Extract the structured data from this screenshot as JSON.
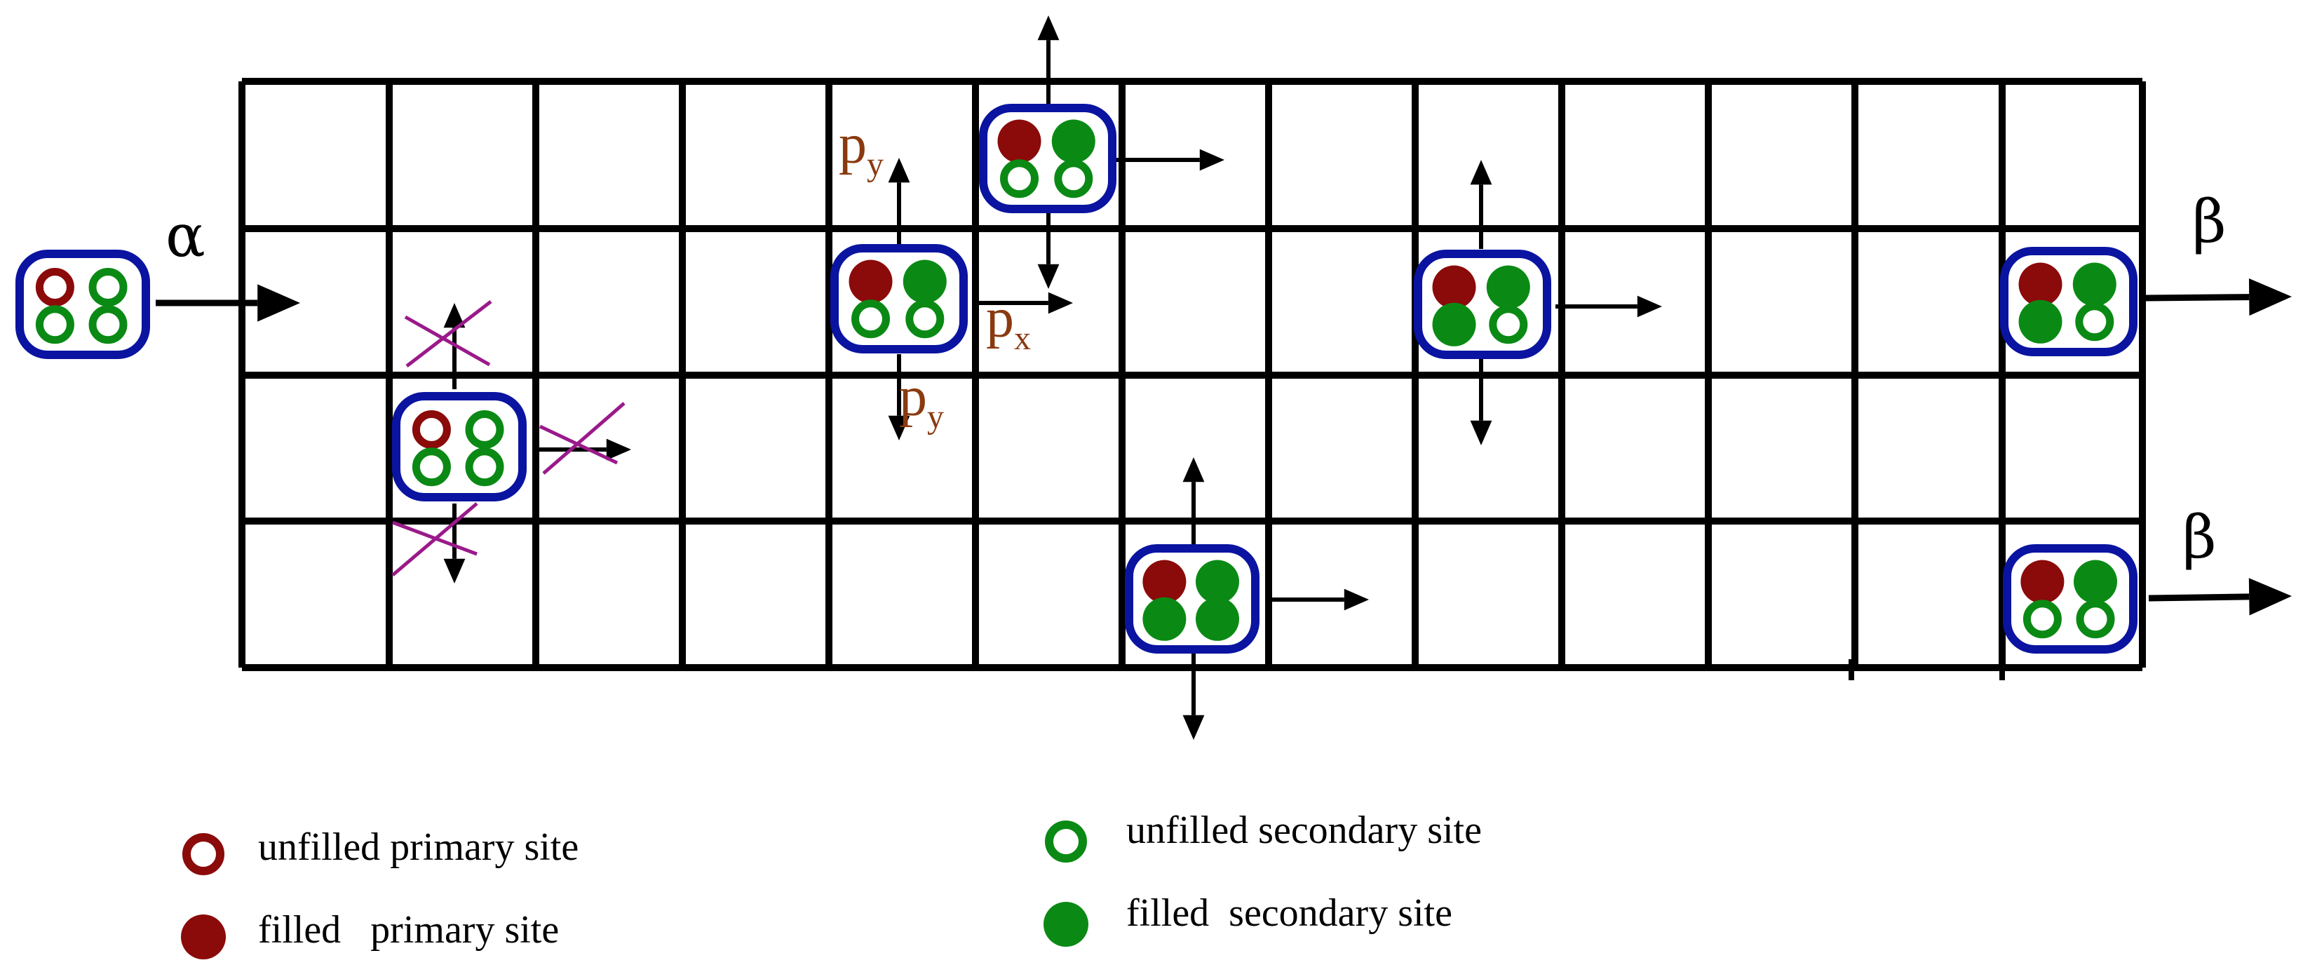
{
  "symbols": {
    "alpha": "α",
    "beta_upper": "β",
    "beta_lower": "β"
  },
  "rates": {
    "py": "p",
    "py_sub": "y",
    "px": "p",
    "px_sub": "x"
  },
  "legend": {
    "unfilled_primary": "unfilled primary site",
    "filled_primary": "filled   primary site",
    "unfilled_secondary": "unfilled secondary site",
    "filled_secondary": "filled  secondary site"
  },
  "colors": {
    "grid": "#000000",
    "particle_border": "#0a14a0",
    "primary": "#8b0a0a",
    "secondary": "#0a8a14",
    "blocked_cross": "#9a1a8a",
    "rate_label": "#8a3a10"
  }
}
